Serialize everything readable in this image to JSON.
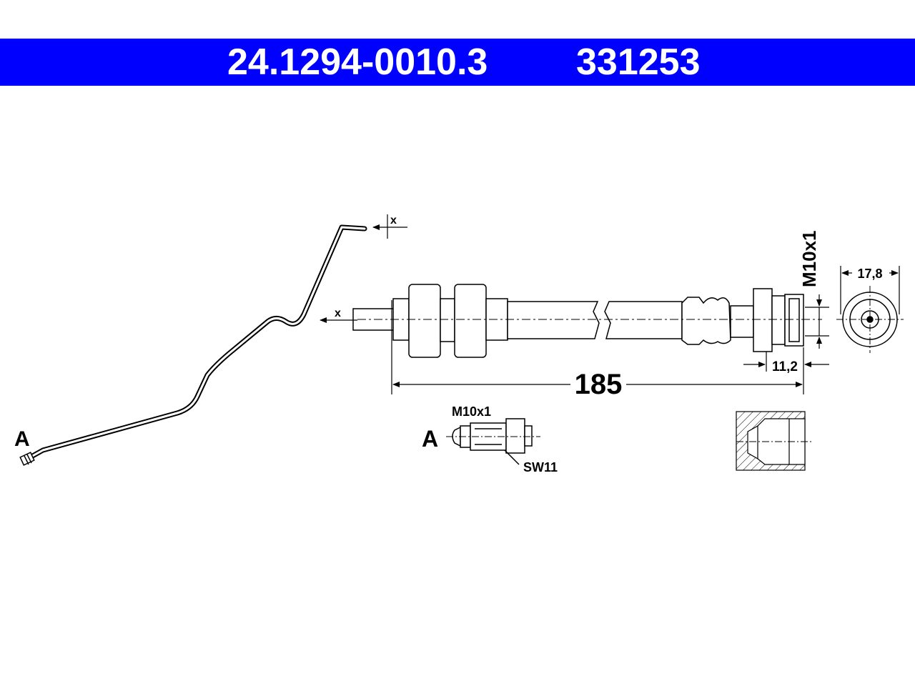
{
  "header": {
    "part_number": "24.1294-0010.3",
    "reference_number": "331253",
    "background_color": "#0000ff",
    "text_color": "#ffffff"
  },
  "drawing": {
    "view_marker_left": "A",
    "view_marker_detail": "A",
    "direction_mark_top": "x",
    "direction_mark_mid": "x",
    "thread_label_vertical": "M10x1",
    "hex_width": "17,8",
    "fitting_length": "11,2",
    "overall_length": "185",
    "detail_thread": "M10x1",
    "detail_wrench": "SW11",
    "line_color": "#000000",
    "fill_color": "#ffffff"
  }
}
